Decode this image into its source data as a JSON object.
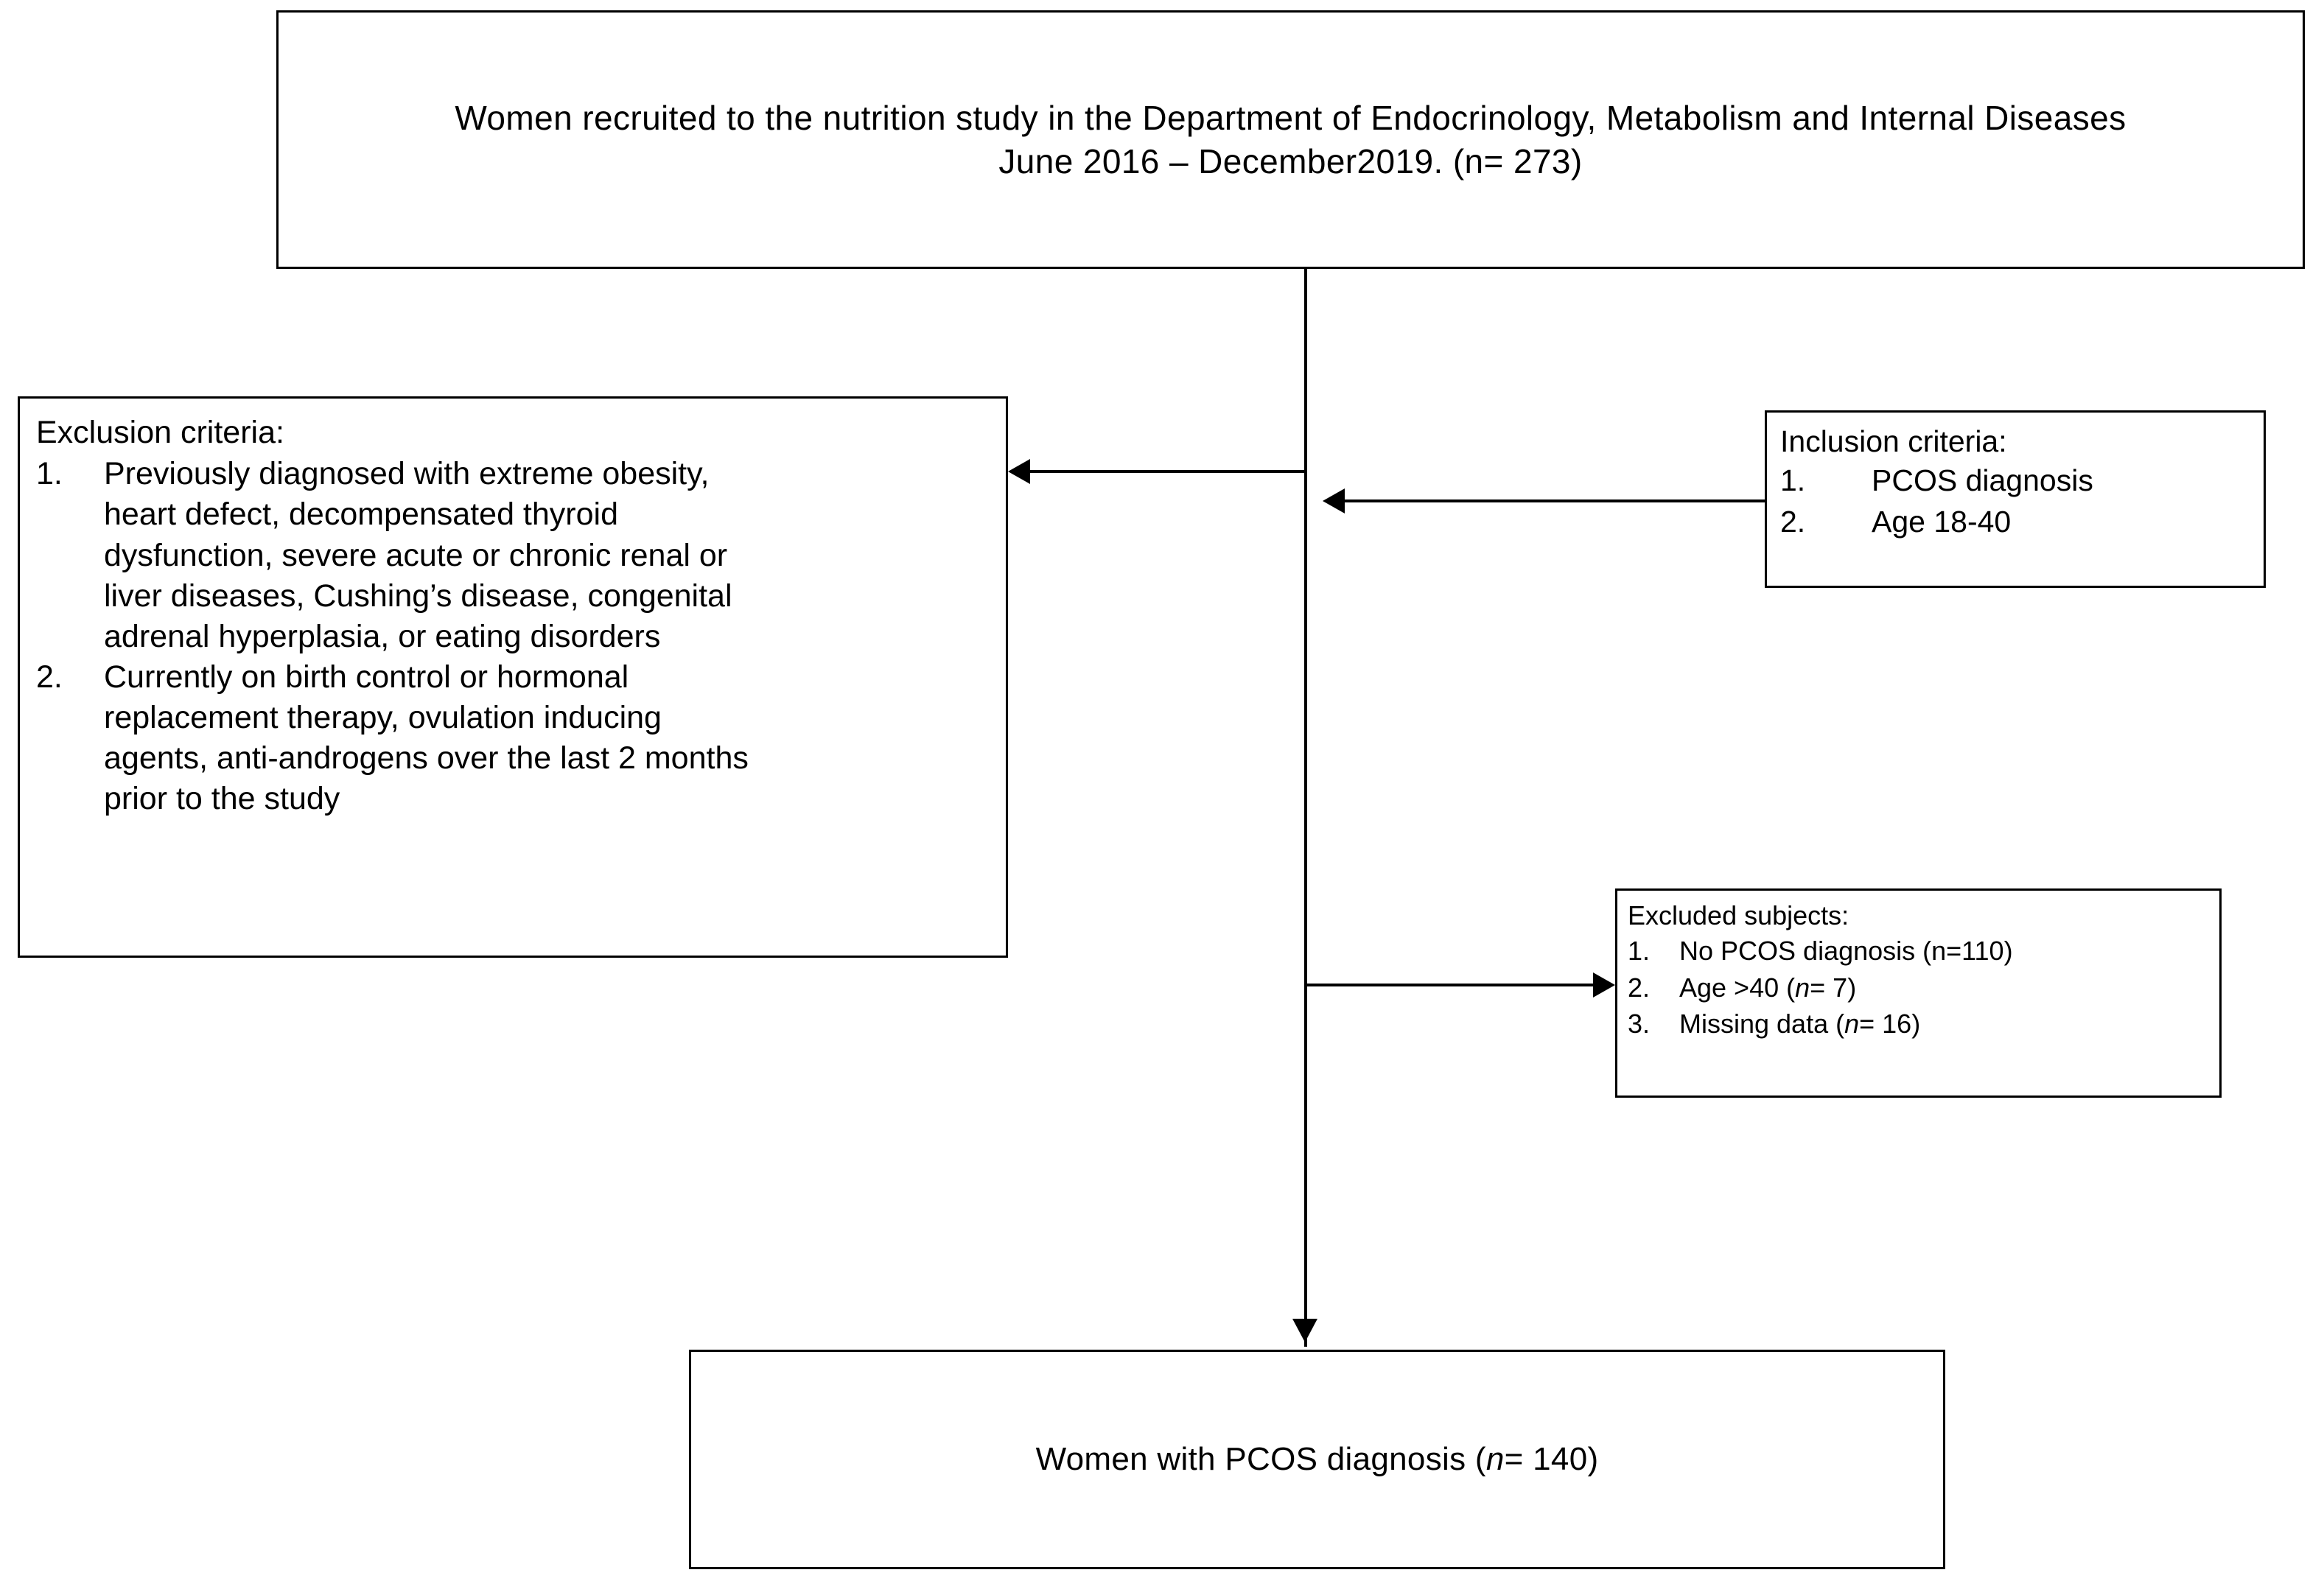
{
  "figure": {
    "type": "flow-diagram",
    "title": "Participant recruitment and selection flow"
  },
  "nodes": {
    "recruited": {
      "text": "Women  recruited to the nutrition study in the Department of Endocrinology, Metabolism and Internal Diseases\nJune 2016 – December2019.  (n= 273)"
    },
    "exclusion": {
      "heading": "Exclusion criteria:",
      "items": [
        {
          "num": "1.",
          "text": "Previously diagnosed  with  extreme obesity,\nheart defect, decompensated thyroid\ndysfunction, severe acute or chronic renal or\nliver diseases, Cushing’s disease,  congenital\nadrenal hyperplasia, or eating disorders"
        },
        {
          "num": "2.",
          "text": "Currently on birth control or hormonal\nreplacement therapy, ovulation inducing\nagents, anti-androgens over the last 2 months\nprior to the study"
        }
      ]
    },
    "inclusion": {
      "heading": "Inclusion criteria:",
      "items": [
        {
          "num": "1.",
          "text": "PCOS diagnosis"
        },
        {
          "num": "2.",
          "text": "Age 18-40"
        }
      ]
    },
    "excluded": {
      "heading": "Excluded subjects:",
      "items": [
        {
          "num": "1.",
          "text_pre": "No PCOS diagnosis (n=110)",
          "ital": "",
          "text_post": ""
        },
        {
          "num": "2.",
          "text_pre": "Age >40 (",
          "ital": "n",
          "text_post": "= 7)"
        },
        {
          "num": "3.",
          "text_pre": "Missing data (",
          "ital": "n",
          "text_post": "= 16)"
        }
      ]
    },
    "result": {
      "text_pre": "Women  with PCOS diagnosis (",
      "ital": "n",
      "text_post": "= 140)"
    }
  },
  "colors": {
    "border": "#000000",
    "background": "#ffffff",
    "text": "#000000"
  }
}
